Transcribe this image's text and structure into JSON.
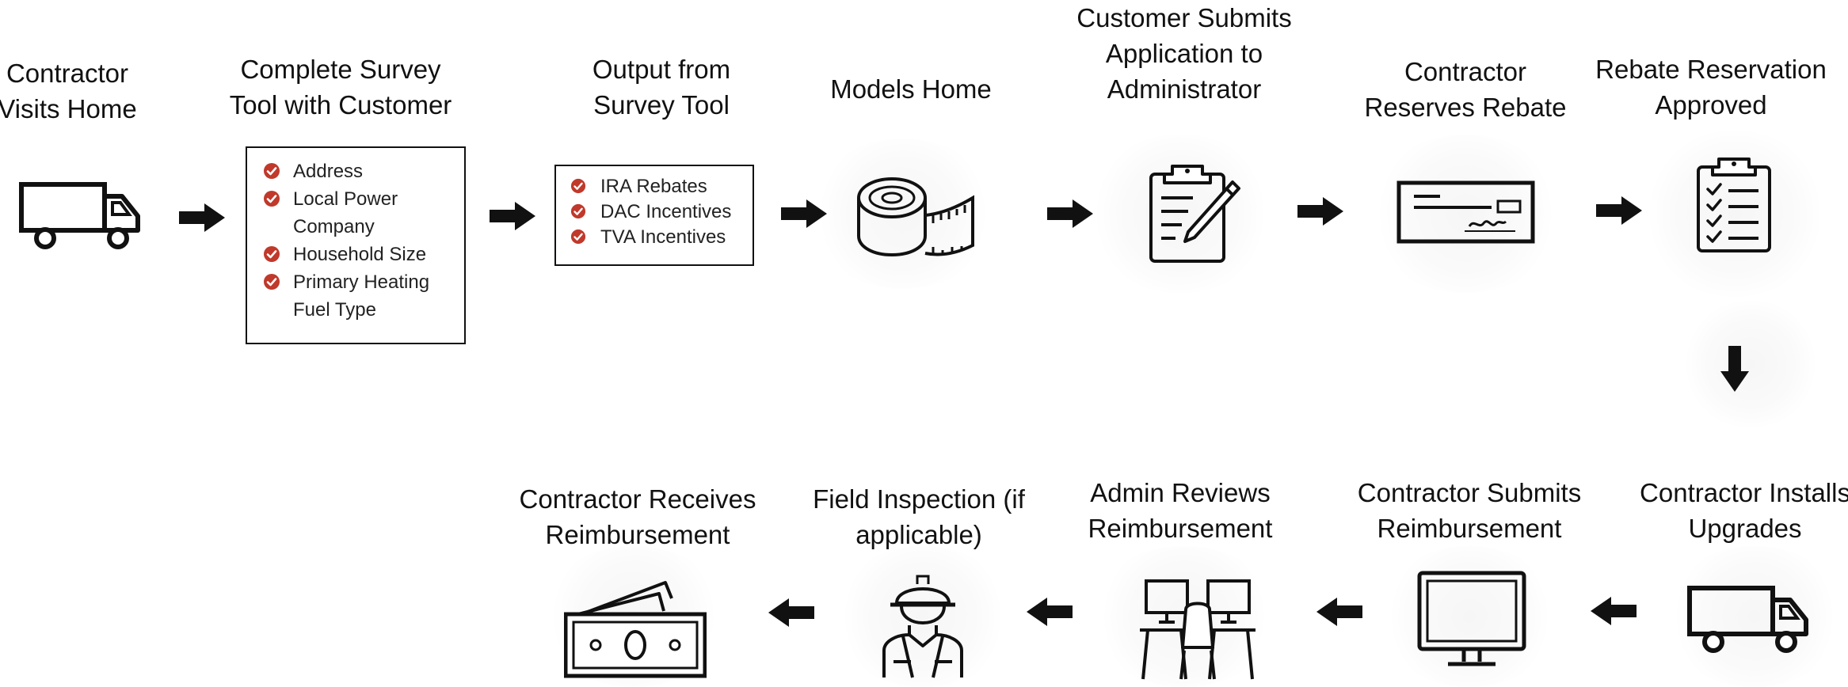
{
  "colors": {
    "check": "#c0392b",
    "ink": "#111111"
  },
  "steps": [
    {
      "label": "Contractor\nVisits Home",
      "icon": "truck-icon"
    },
    {
      "label": "Complete Survey\nTool with Customer"
    },
    {
      "label": "Output from\nSurvey Tool"
    },
    {
      "label": "Models Home",
      "icon": "tape-measure-icon"
    },
    {
      "label": "Customer Submits\nApplication to\nAdministrator",
      "icon": "clipboard-pencil-icon"
    },
    {
      "label": "Contractor\nReserves Rebate",
      "icon": "check-icon"
    },
    {
      "label": "Rebate Reservation\nApproved",
      "icon": "checklist-icon"
    },
    {
      "label": "Contractor Installs\nUpgrades",
      "icon": "truck-icon"
    },
    {
      "label": "Contractor Submits\nReimbursement",
      "icon": "monitor-icon"
    },
    {
      "label": "Admin Reviews\nReimbursement",
      "icon": "desks-icon"
    },
    {
      "label": "Field Inspection (if\napplicable)",
      "icon": "worker-icon"
    },
    {
      "label": "Contractor Receives\nReimbursement",
      "icon": "cash-icon"
    }
  ],
  "survey_box": {
    "items": [
      "Address",
      "Local Power\nCompany",
      "Household Size",
      "Primary Heating\nFuel Type"
    ]
  },
  "output_box": {
    "items": [
      "IRA Rebates",
      "DAC Incentives",
      "TVA Incentives"
    ]
  }
}
